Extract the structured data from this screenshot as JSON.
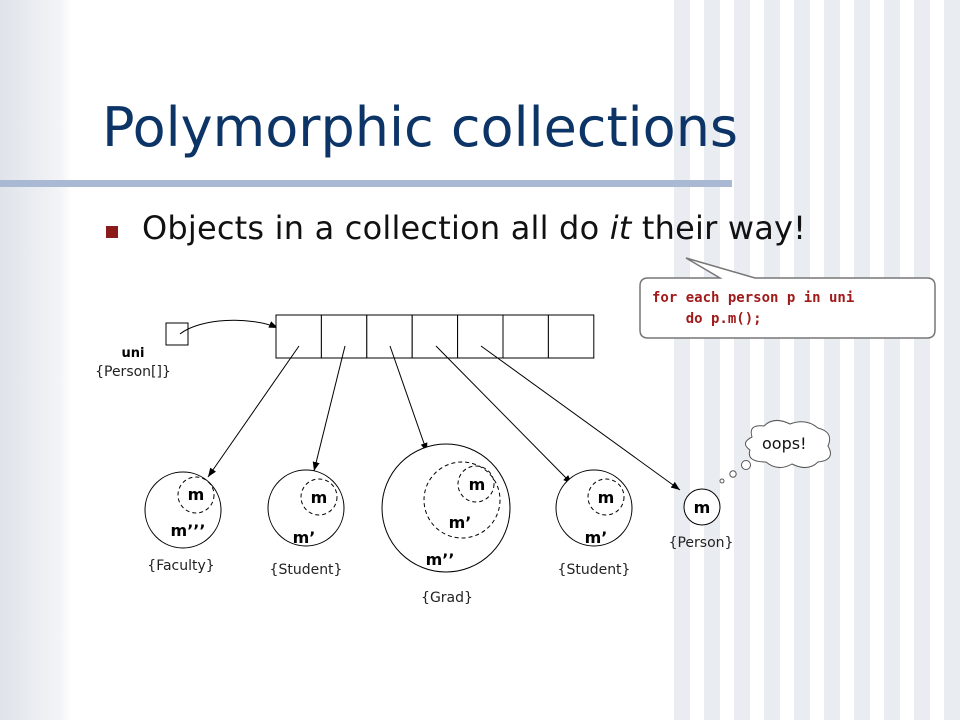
{
  "slide": {
    "title": "Polymorphic collections",
    "bullet": {
      "before": "Objects in a collection all do ",
      "emphasis": "it",
      "after": " their way!"
    }
  },
  "callout": {
    "line1": "for each person p in uni",
    "line2": "    do p.m();"
  },
  "array": {
    "name": "uni",
    "type": "{Person[]}",
    "cell_count": 7
  },
  "objects": [
    {
      "inner": "m",
      "outer": "m’’’",
      "type": "{Faculty}"
    },
    {
      "inner": "m",
      "outer": "m’",
      "type": "{Student}"
    },
    {
      "inner": "m",
      "middle": "m’",
      "outer": "m’’",
      "type": "{Grad}"
    },
    {
      "inner": "m",
      "outer": "m’",
      "type": "{Student}"
    },
    {
      "inner": "m",
      "type": "{Person}"
    }
  ],
  "thought": {
    "text": "oops!"
  },
  "colors": {
    "title": "#0c3466",
    "bullet": "#8b1a1a",
    "code": "#a01a1a",
    "rule": "#a9b9d3"
  }
}
